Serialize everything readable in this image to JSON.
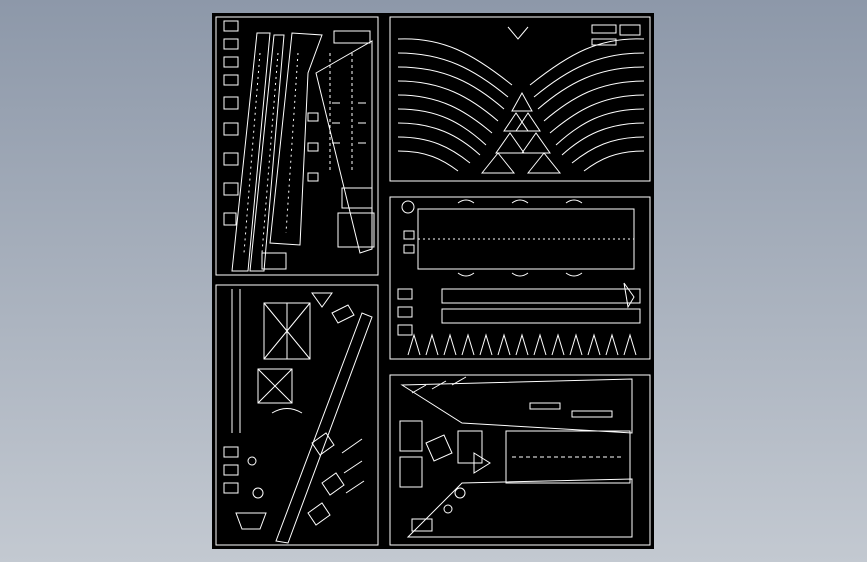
{
  "viewport": {
    "background_top": "#8d98a9",
    "background_bottom": "#c3c9d1"
  },
  "drawing": {
    "sheet_color": "#000000",
    "line_color": "#ffffff",
    "panels": [
      {
        "id": "panel-top-left",
        "content": "fuselage-and-wing-parts"
      },
      {
        "id": "panel-top-right",
        "content": "fan-of-curved-strips"
      },
      {
        "id": "panel-mid-right",
        "content": "spar-and-rib-parts"
      },
      {
        "id": "panel-bottom-left",
        "content": "frame-and-strut-parts"
      },
      {
        "id": "panel-bottom-right",
        "content": "tail-and-fuselage-side"
      }
    ]
  }
}
